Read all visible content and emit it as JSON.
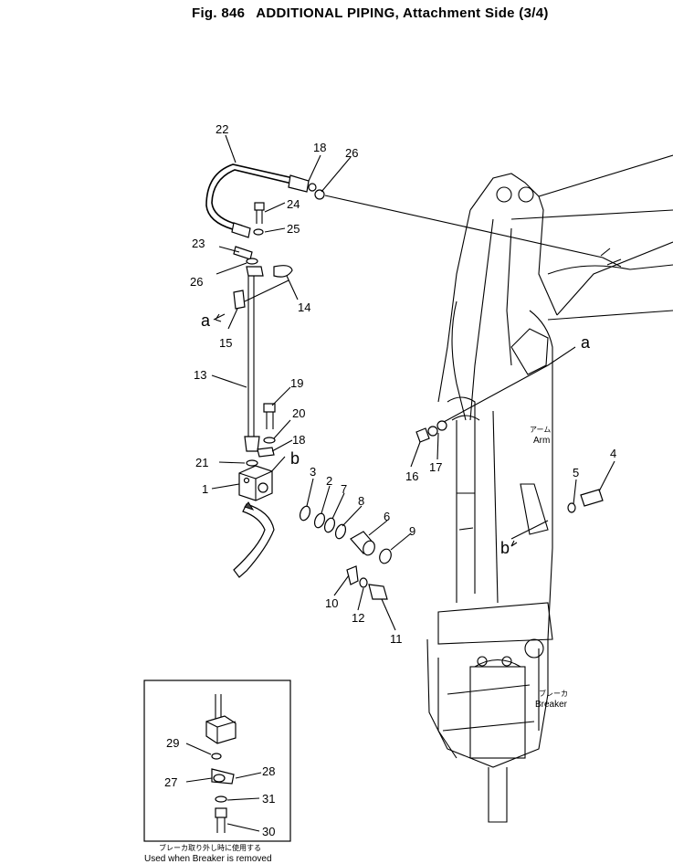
{
  "header": {
    "fig_number": "Fig. 846",
    "title": "ADDITIONAL PIPING, Attachment Side (3/4)"
  },
  "callouts": {
    "p1": "1",
    "p2": "2",
    "p3": "3",
    "p4": "4",
    "p5": "5",
    "p6": "6",
    "p7": "7",
    "p8": "8",
    "p9": "9",
    "p10": "10",
    "p11": "11",
    "p12": "12",
    "p13": "13",
    "p14": "14",
    "p15": "15",
    "p16": "16",
    "p17": "17",
    "p18a": "18",
    "p18b": "18",
    "p19": "19",
    "p20": "20",
    "p21": "21",
    "p22": "22",
    "p23": "23",
    "p24": "24",
    "p25": "25",
    "p26a": "26",
    "p26b": "26",
    "p27": "27",
    "p28": "28",
    "p29": "29",
    "p30": "30",
    "p31": "31"
  },
  "refs": {
    "a_left": "a",
    "a_right": "a",
    "b_left": "b",
    "b_right": "b"
  },
  "labels": {
    "arm_jp": "アーム",
    "arm_en": "Arm",
    "breaker_jp": "ブレーカ",
    "breaker_en": "Breaker"
  },
  "inset": {
    "note_jp": "ブレーカ取り外し時に使用する",
    "note_en": "Used when Breaker is removed"
  }
}
